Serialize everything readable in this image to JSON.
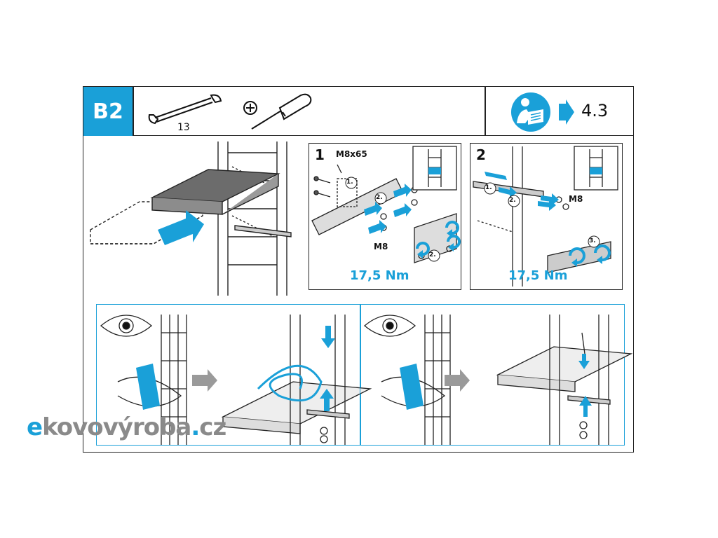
{
  "header": {
    "badge": "B2",
    "wrench_size": "13",
    "reference": "4.3",
    "colors": {
      "accent": "#1aa0d8",
      "line": "#222222"
    },
    "icons": [
      "wrench-icon",
      "phillips-screwdriver-icon",
      "read-manual-icon",
      "arrow-right-icon"
    ]
  },
  "step1": {
    "number": "1",
    "bolt_label": "M8x65",
    "nut_label": "M8",
    "torque": "17,5 Nm",
    "callouts": [
      "1.",
      "2.",
      "2."
    ]
  },
  "step2": {
    "number": "2",
    "nut_label": "M8",
    "torque": "17,5 Nm",
    "callouts": [
      "1.",
      "2.",
      "3."
    ]
  },
  "watermark": {
    "e": "e",
    "main": "kovovýroba",
    "dot": ".",
    "tld": "cz"
  }
}
